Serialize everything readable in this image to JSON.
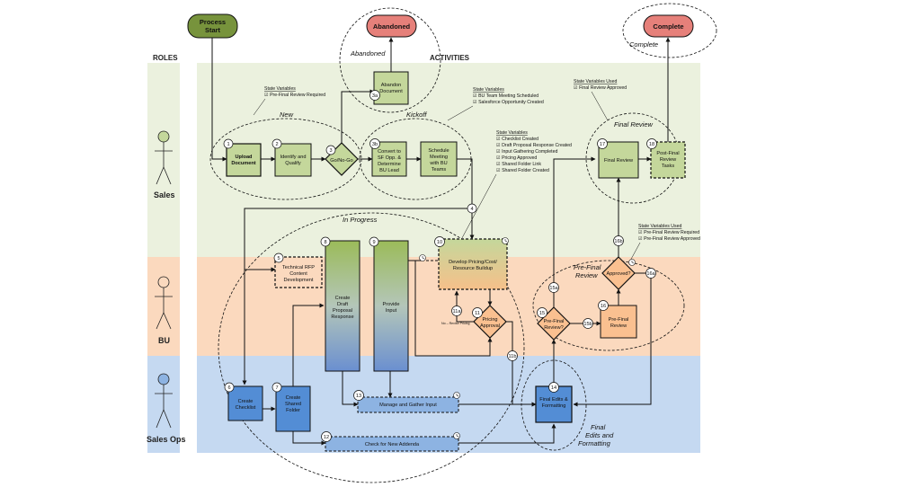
{
  "lanes": {
    "roles_header": "ROLES",
    "activities_header": "ACTIVITIES",
    "sales": "Sales",
    "bu": "BU",
    "sales_ops": "Sales Ops"
  },
  "terminals": {
    "process_start": [
      "Process",
      "Start"
    ],
    "abandoned": "Abandoned",
    "complete": "Complete"
  },
  "groups": {
    "abandoned": "Abandoned",
    "complete": "Complete",
    "new": "New",
    "kickoff": "Kickoff",
    "final_review": "Final Review",
    "in_progress": "In Progress",
    "pre_final_review": [
      "Pre-Final",
      "Review"
    ],
    "final_edits": [
      "Final",
      "Edits and",
      "Formatting"
    ]
  },
  "steps": {
    "s1": {
      "num": "1",
      "lines": [
        "Upload",
        "Document"
      ]
    },
    "s2": {
      "num": "2",
      "lines": [
        "Identify and",
        "Qualify"
      ]
    },
    "s3": {
      "num": "3",
      "lines": [
        "Go/No-Go"
      ]
    },
    "s3a": {
      "num": "3a",
      "lines": [
        "Abandon",
        "Document"
      ]
    },
    "s3b": {
      "num": "3b",
      "lines": [
        "Convert to",
        "SF Opp. &",
        "Determine",
        "BU Lead"
      ]
    },
    "s3b2": {
      "lines": [
        "Schedule",
        "Meeting",
        "with BU",
        "Teams"
      ]
    },
    "s4": {
      "num": "4"
    },
    "s5": {
      "num": "5",
      "lines": [
        "Technical RFP",
        "Content",
        "Development"
      ]
    },
    "s6": {
      "num": "6",
      "lines": [
        "Create",
        "Checklist"
      ]
    },
    "s7": {
      "num": "7",
      "lines": [
        "Create",
        "Shared",
        "Folder"
      ]
    },
    "s8": {
      "num": "8",
      "lines": [
        "Create",
        "Draft",
        "Proposal",
        "Response"
      ]
    },
    "s9": {
      "num": "9",
      "lines": [
        "Provide",
        "Input"
      ]
    },
    "s10": {
      "num": "10",
      "lines": [
        "Develop Pricing/Cost/",
        "Resource Buildup"
      ]
    },
    "s11": {
      "num": "11",
      "lines": [
        "Pricing",
        "Approval"
      ]
    },
    "s11a": {
      "num": "11a"
    },
    "s11b": {
      "num": "11b"
    },
    "no_revise": "No – Revise Pricing",
    "s12": {
      "num": "12",
      "lines": [
        "Check for New Addenda"
      ]
    },
    "s13": {
      "num": "13",
      "lines": [
        "Manage and Gather Input"
      ]
    },
    "s14": {
      "num": "14",
      "lines": [
        "Final Edits &",
        "Formatting"
      ]
    },
    "s15": {
      "num": "15",
      "lines": [
        "Pre-Final",
        "Review?"
      ]
    },
    "s15a": {
      "num": "15a"
    },
    "s15b": {
      "num": "15b"
    },
    "s16": {
      "num": "16",
      "lines": [
        "Pre-Final",
        "Review"
      ]
    },
    "s16a": {
      "num": "16a"
    },
    "s16b": {
      "num": "16b"
    },
    "approved": {
      "lines": [
        "Approved?"
      ]
    },
    "s17": {
      "num": "17",
      "lines": [
        "Final Review"
      ]
    },
    "s18": {
      "num": "18",
      "lines": [
        "Post-Final",
        "Review",
        "Tasks"
      ]
    }
  },
  "state_vars": {
    "new": {
      "heading": "State Variables",
      "items": [
        "☑ Pre-Final Review Required"
      ]
    },
    "kickoff": {
      "heading": "State Variables",
      "items": [
        "☑ BU Team Meeting Scheduled",
        "☑ Salesforce Opportunity Created"
      ]
    },
    "in_progress": {
      "heading": "State Variables",
      "items": [
        "☑ Checklist Created",
        "☑ Draft Proposal Response Created",
        "☑ Input Gathering Completed",
        "☑ Pricing Approved",
        "☑ Shared Folder Link",
        "☑ Shared Folder Created"
      ]
    },
    "final_review": {
      "heading": "State Variables Used",
      "items": [
        "☑ Final Review Approved"
      ]
    },
    "pre_final": {
      "heading": "State Variables Used",
      "items": [
        "☑ Pre-Final Review Required",
        "☑ Pre-Final Review Approved"
      ]
    }
  },
  "colors": {
    "sales_lane": "#ebf1de",
    "bu_lane": "#fbd9be",
    "ops_lane": "#c5d9f1",
    "green_box": "#c4d79b",
    "start_fill": "#77933c",
    "term_fill": "#e6807a",
    "ops_box": "#538dd5",
    "ops_dash": "#8db3e2",
    "bu_box": "#fac090"
  }
}
